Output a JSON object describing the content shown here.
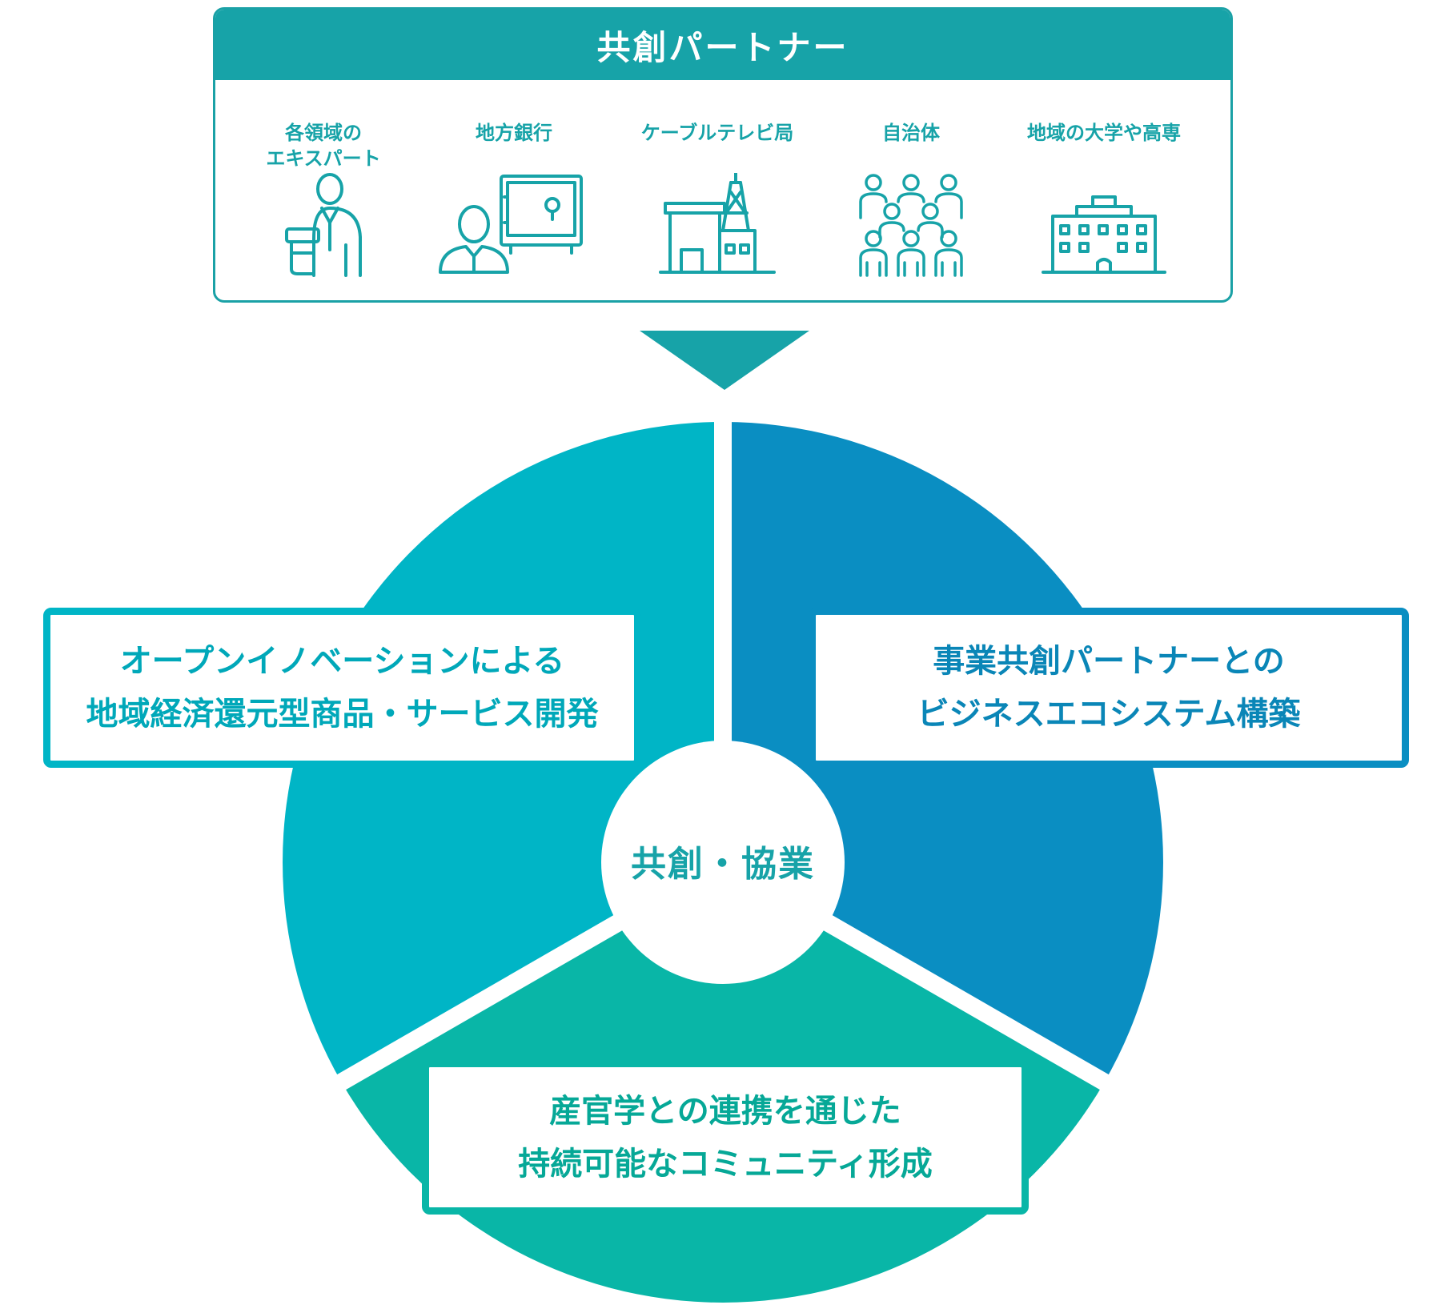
{
  "partners": {
    "title": "共創パートナー",
    "items": [
      {
        "label": "各領域の\nエキスパート",
        "icon": "expert-icon"
      },
      {
        "label": "地方銀行",
        "icon": "bank-icon"
      },
      {
        "label": "ケーブルテレビ局",
        "icon": "tv-station-icon"
      },
      {
        "label": "自治体",
        "icon": "municipality-icon"
      },
      {
        "label": "地域の大学や高専",
        "icon": "university-icon"
      }
    ]
  },
  "center": "共創・協業",
  "segments": {
    "left": {
      "line1": "オープンイノベーションによる",
      "line2": "地域経済還元型商品・サービス開発"
    },
    "right": {
      "line1": "事業共創パートナーとの",
      "line2": "ビジネスエコシステム構築"
    },
    "bottom": {
      "line1": "産官学との連携を通じた",
      "line2": "持続可能なコミュニティ形成"
    }
  },
  "colors": {
    "header": "#17a3a8",
    "left_segment": "#00b5c6",
    "right_segment": "#0a8ec2",
    "bottom_segment": "#09b6a7"
  }
}
